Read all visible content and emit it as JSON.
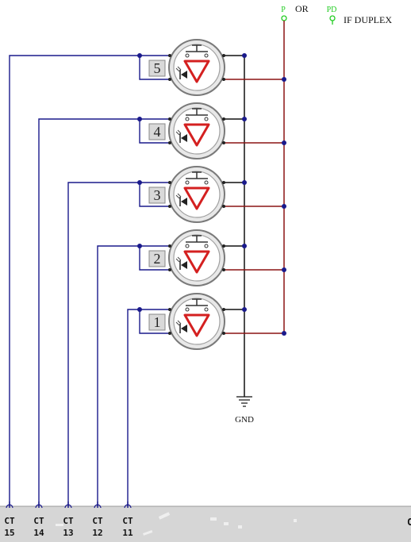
{
  "header": {
    "pin_p": "P",
    "or_text": "OR",
    "pin_pd": "PD",
    "duplex_text": "IF DUPLEX"
  },
  "ground": {
    "label": "GND"
  },
  "switches": [
    {
      "number": "5"
    },
    {
      "number": "4"
    },
    {
      "number": "3"
    },
    {
      "number": "2"
    },
    {
      "number": "1"
    }
  ],
  "connectors": [
    {
      "prefix": "CT",
      "number": "15"
    },
    {
      "prefix": "CT",
      "number": "14"
    },
    {
      "prefix": "CT",
      "number": "13"
    },
    {
      "prefix": "CT",
      "number": "12"
    },
    {
      "prefix": "CT",
      "number": "11"
    }
  ],
  "right_edge_label": "C",
  "colors": {
    "signal_wire": "#1a1a8c",
    "power_wire": "#8b1414",
    "ground_wire": "#111111",
    "pin_label": "#22cc22",
    "led_triangle": "#d42020",
    "junction": "#1a1a8c",
    "strip": "#d6d6d6"
  }
}
